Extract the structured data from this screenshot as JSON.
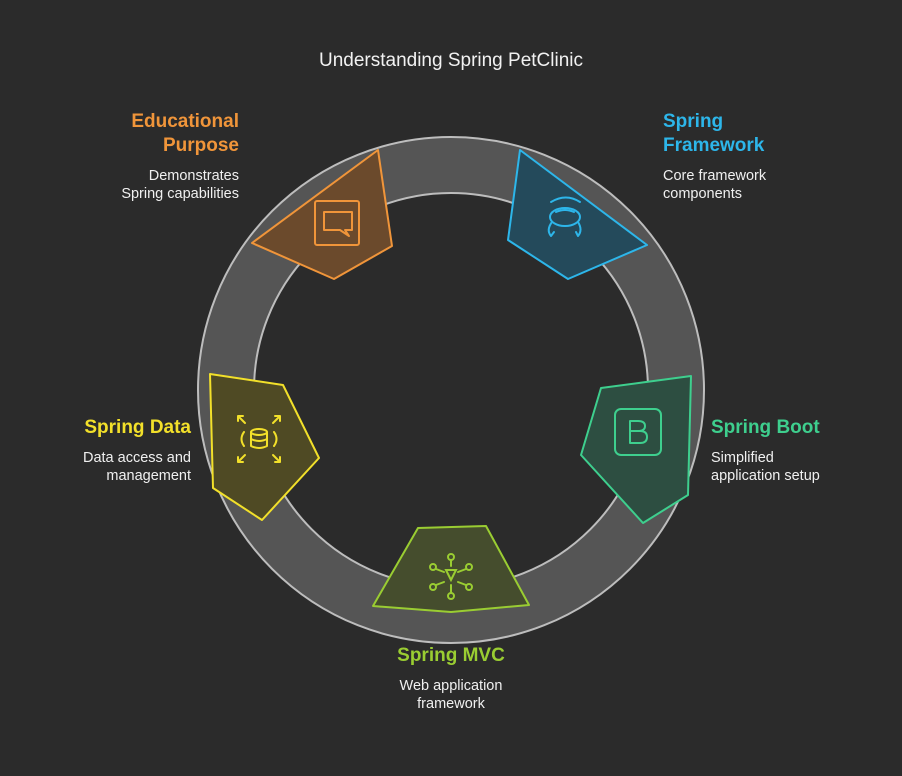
{
  "title": "Understanding Spring PetClinic",
  "colors": {
    "background": "#2b2b2b",
    "ring": "#555555",
    "ring_stroke": "#bdbdbd",
    "educational": "#f0953a",
    "framework": "#2db6ea",
    "boot": "#3ecf8e",
    "mvc": "#9acd32",
    "data": "#f2e02a"
  },
  "nodes": [
    {
      "id": "educational",
      "heading_lines": [
        "Educational",
        "Purpose"
      ],
      "description_lines": [
        "Demonstrates",
        "Spring capabilities"
      ],
      "icon": "chat-message-icon"
    },
    {
      "id": "framework",
      "heading_lines": [
        "Spring",
        "Framework"
      ],
      "description_lines": [
        "Core framework",
        "components"
      ],
      "icon": "discussion-icon"
    },
    {
      "id": "boot",
      "heading_lines": [
        "Spring Boot"
      ],
      "description_lines": [
        "Simplified",
        "application setup"
      ],
      "icon": "letter-b-icon"
    },
    {
      "id": "mvc",
      "heading_lines": [
        "Spring MVC"
      ],
      "description_lines": [
        "Web application",
        "framework"
      ],
      "icon": "network-nodes-icon"
    },
    {
      "id": "data",
      "heading_lines": [
        "Spring Data"
      ],
      "description_lines": [
        "Data access and",
        "management"
      ],
      "icon": "database-expand-icon"
    }
  ]
}
